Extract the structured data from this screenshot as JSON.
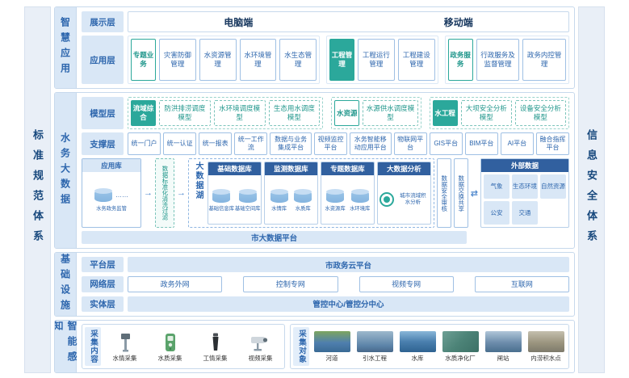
{
  "frame": {
    "left_bar": "标准规范体系",
    "right_bar": "信息安全体系"
  },
  "app": {
    "section_label": "智慧应用",
    "display_row": {
      "label": "展示层",
      "pc": "电脑端",
      "mobile": "移动端"
    },
    "app_row": {
      "label": "应用层",
      "groups": [
        {
          "tag": "专题业务",
          "items": [
            "灾害防御管理",
            "水资源管理",
            "水环境管理",
            "水生态管理"
          ]
        },
        {
          "tag": "工程管理",
          "items": [
            "工程运行管理",
            "工程建设管理"
          ]
        },
        {
          "tag": "政务服务",
          "items": [
            "行政服务及监督管理",
            "政务内控管理"
          ]
        }
      ]
    }
  },
  "bigdata": {
    "section_label": "水务大数据",
    "model_row": {
      "label": "模型层",
      "groups": [
        {
          "tag": "流域综合",
          "items": [
            "防洪排涝调度模型",
            "水环境调度模型",
            "生态用水调度模型"
          ]
        },
        {
          "tag": "水资源",
          "items": [
            "水源供水调度模型"
          ]
        },
        {
          "tag": "水工程",
          "items": [
            "大坝安全分析模型",
            "设备安全分析模型"
          ]
        }
      ]
    },
    "support_row": {
      "label": "支撑层",
      "items": [
        "统一门户",
        "统一认证",
        "统一报表",
        "统一工作流",
        "数据与业务集成平台",
        "视频监控平台",
        "水务智能移动应用平台",
        "物联网平台",
        "GIS平台",
        "BIM平台",
        "AI平台",
        "融合指挥平台"
      ]
    },
    "flow": {
      "app_db": {
        "title": "应用库",
        "cylinder_label": "水务政务监管",
        "ellipsis": "……"
      },
      "arrow": "→",
      "double_arrow": "⇄",
      "filter_strip": "数据标准化清洗过滤",
      "lake": {
        "label": "大数据湖",
        "databases": [
          {
            "title": "基础数据库",
            "cylinders": [
              "基础信息库",
              "基础空间库"
            ]
          },
          {
            "title": "监测数据库",
            "cylinders": [
              "水情库",
              "水质库"
            ]
          },
          {
            "title": "专题数据库",
            "cylinders": [
              "水资源库",
              "水环境库"
            ]
          }
        ],
        "analysis": {
          "title": "大数据分析",
          "item": "城市流域积水分析"
        }
      },
      "audit_strip": "数据安全审核",
      "exchange_strip": "数据交换共享",
      "external": {
        "title": "外部数据",
        "items": [
          "气象",
          "生态环境",
          "自然资源",
          "公安",
          "交通"
        ]
      }
    },
    "platform_bar": "市大数据平台"
  },
  "infra": {
    "section_label": "基础设施",
    "platform_row": {
      "label": "平台层",
      "bar": "市政务云平台"
    },
    "network_row": {
      "label": "网络层",
      "items": [
        "政务外网",
        "控制专网",
        "视频专网",
        "互联网"
      ]
    },
    "entity_row": {
      "label": "实体层",
      "bar": "管控中心/管控分中心"
    }
  },
  "sensing": {
    "section_label": "智能感知",
    "content": {
      "label": "采集内容",
      "items": [
        {
          "name": "水情采集",
          "icon": "water-level-station-icon"
        },
        {
          "name": "水质采集",
          "icon": "water-quality-meter-icon"
        },
        {
          "name": "工情采集",
          "icon": "engineering-sensor-icon"
        },
        {
          "name": "视频采集",
          "icon": "cctv-camera-icon"
        }
      ]
    },
    "objects": {
      "label": "采集对象",
      "items": [
        {
          "name": "河道",
          "photo": "river-photo"
        },
        {
          "name": "引水工程",
          "photo": "diversion-project-photo"
        },
        {
          "name": "水库",
          "photo": "reservoir-photo"
        },
        {
          "name": "水质净化厂",
          "photo": "water-plant-photo"
        },
        {
          "name": "闸站",
          "photo": "sluice-station-photo"
        },
        {
          "name": "内涝积水点",
          "photo": "waterlogging-photo"
        }
      ]
    }
  },
  "colors": {
    "teal_accent": "#2ba89b",
    "blue_text": "#2d66ad",
    "dark_header_blue": "#31609f",
    "label_bg_blue": "#d9e7f6"
  }
}
